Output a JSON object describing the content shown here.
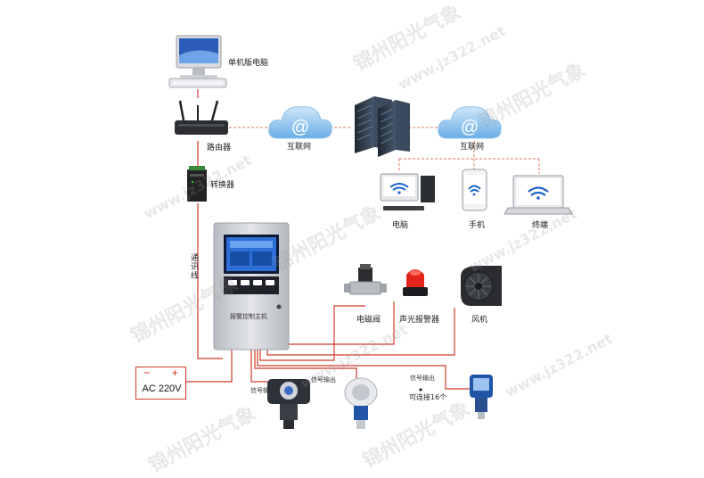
{
  "labels": {
    "pc": "单机版电脑",
    "router": "路由器",
    "internet_left": "互联网",
    "internet_right": "互联网",
    "converter": "转换器",
    "comm_line": "通讯线",
    "computer": "电脑",
    "phone": "手机",
    "laptop": "终端",
    "valve": "电磁阀",
    "alarm": "声光报警器",
    "fan": "风机",
    "panel": "报警控制主机",
    "signal1": "信号输出",
    "signal2": "信号输出",
    "signal3": "信号输出",
    "connect": "可连接16个"
  },
  "power": {
    "text": "AC 220V",
    "minus": "−",
    "plus": "+"
  },
  "watermarks": [
    "锦州阳光气象",
    "www.jz322.net"
  ],
  "colors": {
    "line_red": "#d23b2a",
    "line_dashed": "#e07a5f",
    "cloud": "#7fb8e6",
    "server": "#2c3a4a",
    "panel": "#c9ccd1",
    "screen": "#2d6fd6"
  }
}
